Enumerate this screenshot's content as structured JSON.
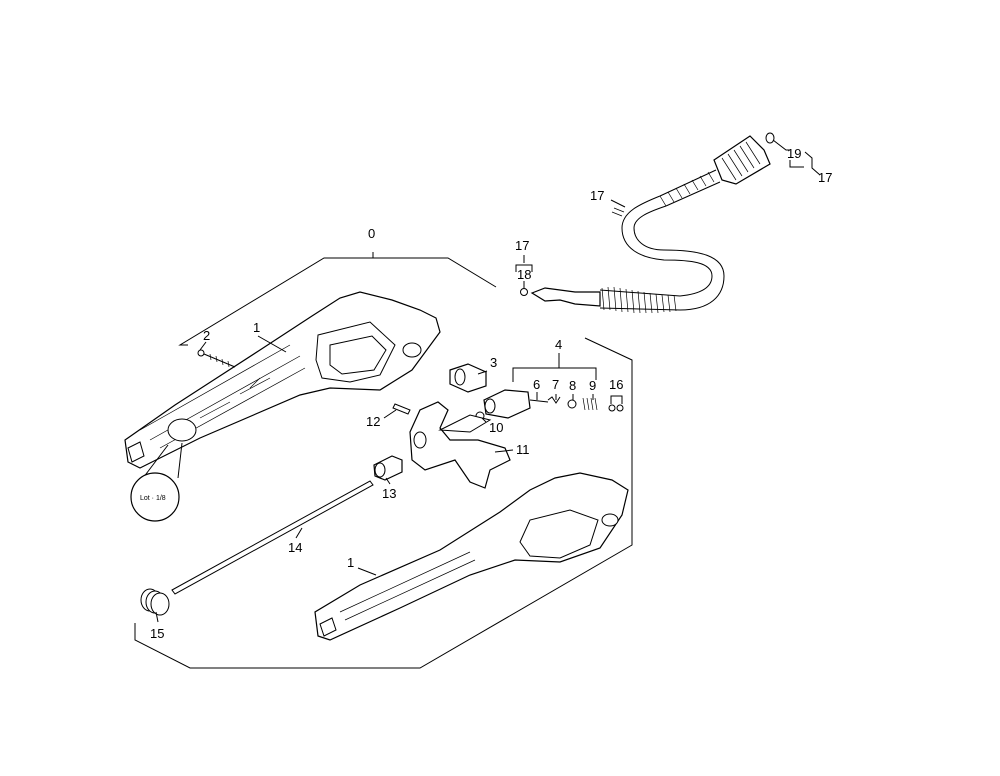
{
  "diagram": {
    "callouts": {
      "c0": "0",
      "c1a": "1",
      "c1b": "1",
      "c2": "2",
      "c3": "3",
      "c4": "4",
      "c6": "6",
      "c7": "7",
      "c8": "8",
      "c9": "9",
      "c10": "10",
      "c11": "11",
      "c12": "12",
      "c13": "13",
      "c14": "14",
      "c15": "15",
      "c16": "16",
      "c17a": "17",
      "c17b": "17",
      "c17c": "17",
      "c18": "18",
      "c19": "19"
    },
    "colors": {
      "line": "#000000",
      "background": "#ffffff"
    }
  }
}
